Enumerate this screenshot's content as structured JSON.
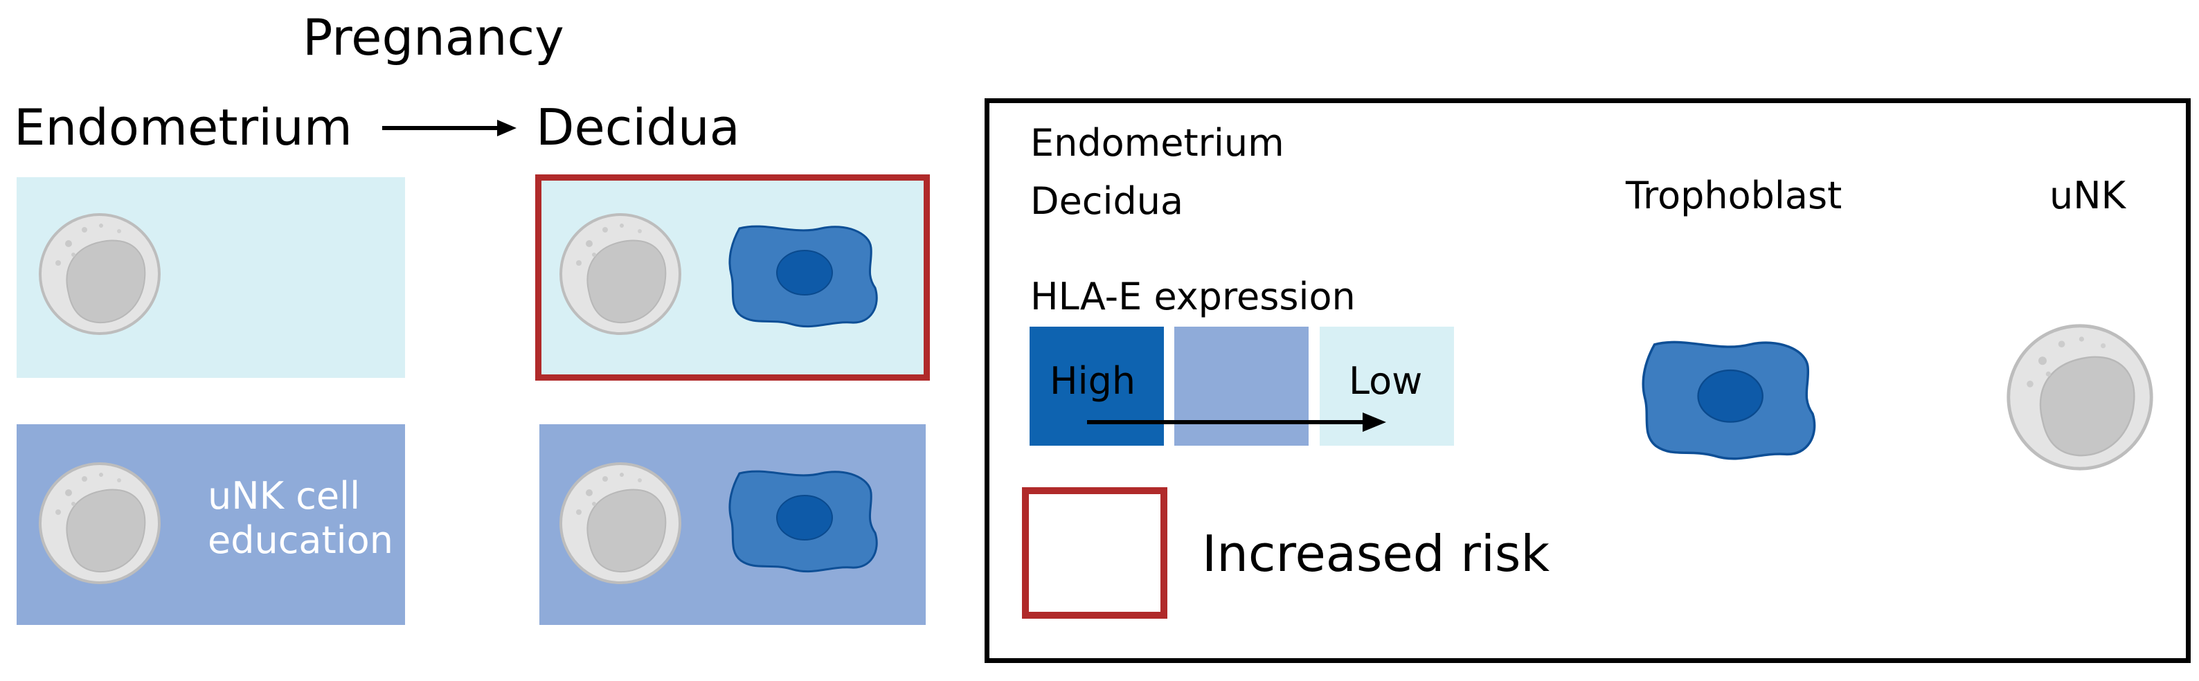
{
  "left": {
    "pregnancy_label": "Pregnancy",
    "endometrium_label": "Endometrium",
    "decidua_label": "Decidua",
    "education_line1": "uNK cell",
    "education_line2": "education"
  },
  "legend": {
    "endometrium": "Endometrium",
    "decidua": "Decidua",
    "hla_label": "HLA-E expression",
    "high": "High",
    "low": "Low",
    "trophoblast": "Trophoblast",
    "unk": "uNK",
    "increased_risk": "Increased risk"
  },
  "colors": {
    "low_hla": "#d8f0f5",
    "mid_hla": "#8fabd9",
    "high_hla": "#0e63b0",
    "trophoblast_fill": "#3d7dc0",
    "trophoblast_nucleus": "#0e5aa8",
    "risk_border": "#b02a2a",
    "unk_fill": "#e4e4e4",
    "unk_nucleus": "#c6c6c6"
  },
  "icons": {
    "unk": "unk-cell-icon",
    "trophoblast": "trophoblast-cell-icon"
  }
}
